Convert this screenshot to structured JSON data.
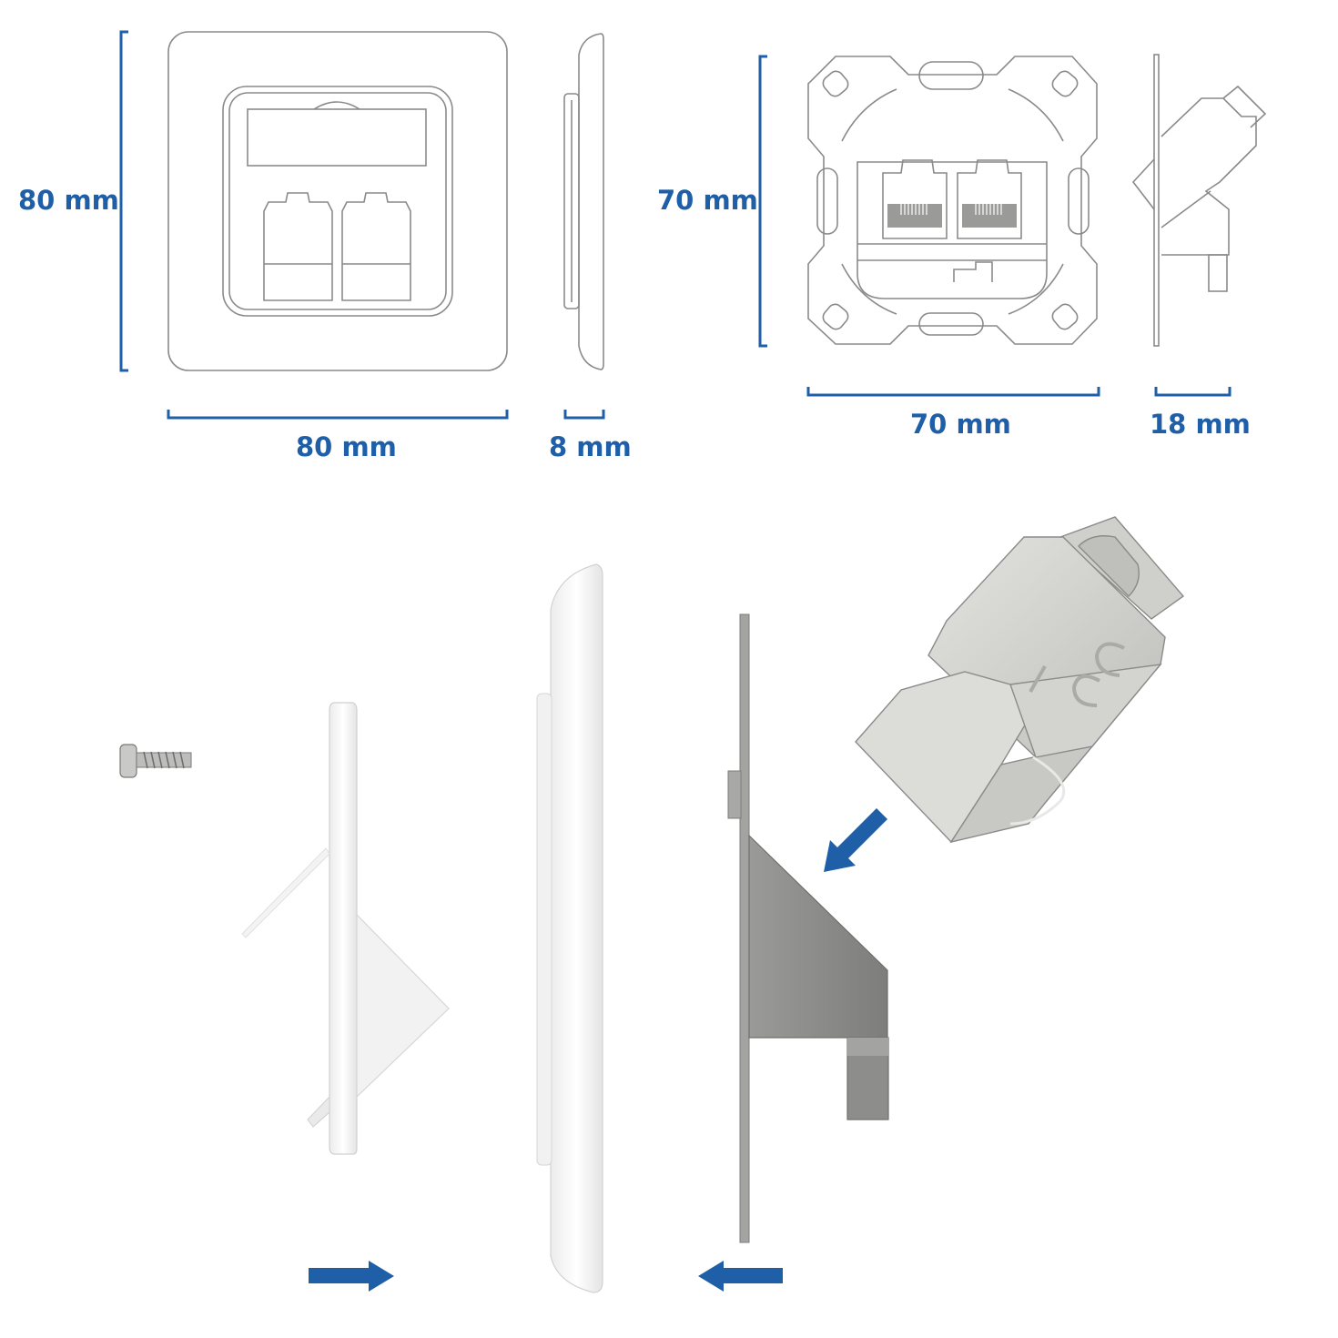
{
  "colors": {
    "accent": "#1f5fa8",
    "line": "#8a8a8a",
    "white_part": "#ffffff",
    "metal_light": "#d9d9d6",
    "metal_mid": "#b9b9b6",
    "metal_dark": "#8c8c8a"
  },
  "dimensions": {
    "cover_height": "80 mm",
    "cover_width": "80 mm",
    "cover_depth": "8 mm",
    "insert_height": "70 mm",
    "insert_width": "70 mm",
    "insert_depth": "18 mm"
  },
  "arrows": {
    "left_arrow": "right-arrow-icon",
    "right_arrow": "left-arrow-icon",
    "module_arrow": "down-left-arrow-icon"
  }
}
